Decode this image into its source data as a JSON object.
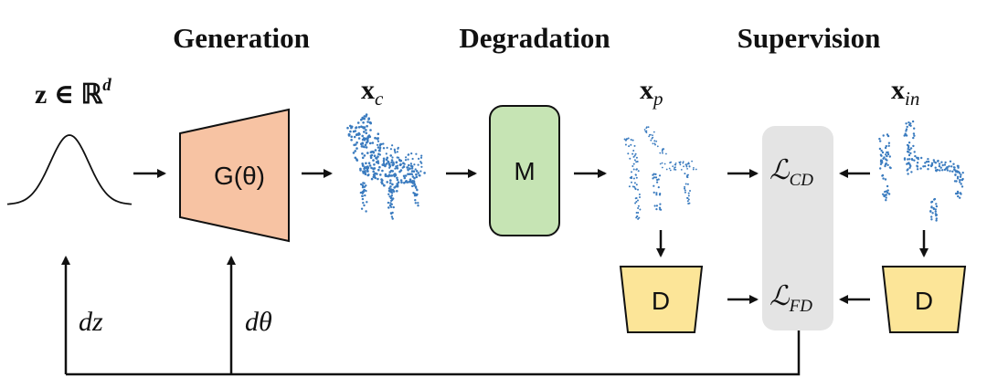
{
  "headings": {
    "generation": "Generation",
    "degradation": "Degradation",
    "supervision": "Supervision"
  },
  "latent": {
    "base": "z ∈ ℝ",
    "exponent": "d"
  },
  "generator": {
    "label": "G(θ)",
    "color": "#f7c3a3"
  },
  "degradation_module": {
    "label": "M",
    "color": "#c6e4b4"
  },
  "discriminator": {
    "label": "D",
    "color": "#fce598"
  },
  "supervision_panel_color": "#e4e4e4",
  "point_cloud_color": "#3a7bbf",
  "vars": {
    "xc_base": "x",
    "xc_sub": "c",
    "xp_base": "x",
    "xp_sub": "p",
    "xin_base": "x",
    "xin_sub": "in"
  },
  "losses": {
    "cd_base": "ℒ",
    "cd_sub": "CD",
    "fd_base": "ℒ",
    "fd_sub": "FD"
  },
  "gradients": {
    "dz": "dz",
    "dtheta": "dθ"
  }
}
